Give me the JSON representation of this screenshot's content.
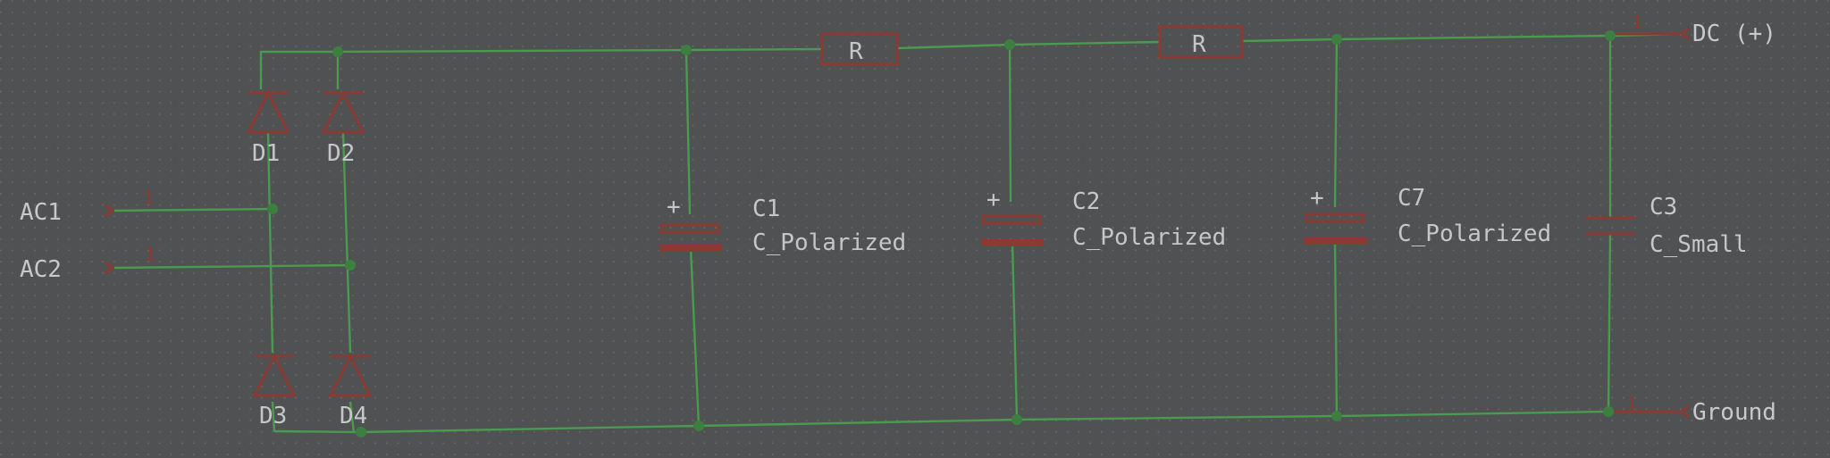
{
  "ports": {
    "ac1": "AC1",
    "ac2": "AC2",
    "dc_pos": "DC (+)",
    "ground": "Ground"
  },
  "pin_number": "1",
  "resistors": [
    {
      "label": "R"
    },
    {
      "label": "R"
    }
  ],
  "diodes": [
    {
      "ref": "D1"
    },
    {
      "ref": "D2"
    },
    {
      "ref": "D3"
    },
    {
      "ref": "D4"
    }
  ],
  "capacitors": [
    {
      "ref": "C1",
      "value": "C_Polarized",
      "polarity_mark": "+"
    },
    {
      "ref": "C2",
      "value": "C_Polarized",
      "polarity_mark": "+"
    },
    {
      "ref": "C7",
      "value": "C_Polarized",
      "polarity_mark": "+"
    },
    {
      "ref": "C3",
      "value": "C_Small"
    }
  ],
  "colors": {
    "wire": "#4a9a4f",
    "component": "#8a3a32",
    "background": "#4f5153"
  }
}
